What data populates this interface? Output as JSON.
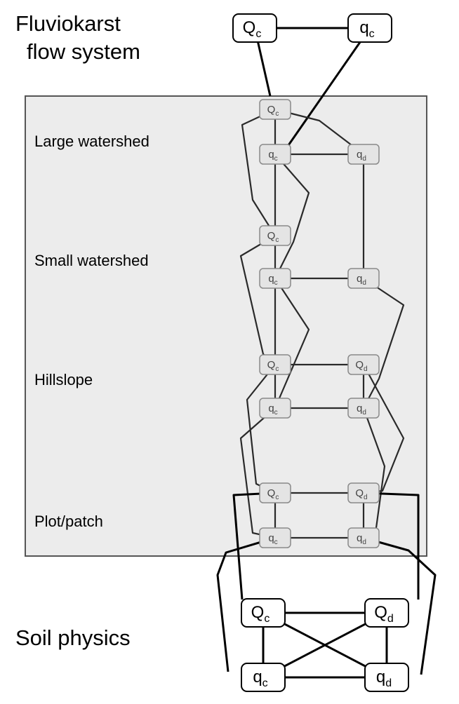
{
  "titles": {
    "top_line1": "Fluviokarst",
    "top_line2": "flow system",
    "bottom": "Soil physics"
  },
  "scales": [
    {
      "id": "large",
      "label": "Large watershed"
    },
    {
      "id": "small",
      "label": "Small watershed"
    },
    {
      "id": "hill",
      "label": "Hillslope"
    },
    {
      "id": "plot",
      "label": "Plot/patch"
    }
  ],
  "nodes": [
    {
      "id": "top_Qc",
      "main": "Q",
      "sub": "c",
      "style": "big"
    },
    {
      "id": "top_qc",
      "main": "q",
      "sub": "c",
      "style": "big"
    },
    {
      "id": "lw_Qc",
      "main": "Q",
      "sub": "c",
      "style": "small"
    },
    {
      "id": "lw_qc",
      "main": "q",
      "sub": "c",
      "style": "small"
    },
    {
      "id": "lw_qd",
      "main": "q",
      "sub": "d",
      "style": "small"
    },
    {
      "id": "sw_Qc",
      "main": "Q",
      "sub": "c",
      "style": "small"
    },
    {
      "id": "sw_qc",
      "main": "q",
      "sub": "c",
      "style": "small"
    },
    {
      "id": "sw_qd",
      "main": "q",
      "sub": "d",
      "style": "small"
    },
    {
      "id": "hs_Qc",
      "main": "Q",
      "sub": "c",
      "style": "small"
    },
    {
      "id": "hs_Qd",
      "main": "Q",
      "sub": "d",
      "style": "small"
    },
    {
      "id": "hs_qc",
      "main": "q",
      "sub": "c",
      "style": "small"
    },
    {
      "id": "hs_qd",
      "main": "q",
      "sub": "d",
      "style": "small"
    },
    {
      "id": "pp_Qc",
      "main": "Q",
      "sub": "c",
      "style": "small"
    },
    {
      "id": "pp_Qd",
      "main": "Q",
      "sub": "d",
      "style": "small"
    },
    {
      "id": "pp_qc",
      "main": "q",
      "sub": "c",
      "style": "small"
    },
    {
      "id": "pp_qd",
      "main": "q",
      "sub": "d",
      "style": "small"
    },
    {
      "id": "sp_Qc",
      "main": "Q",
      "sub": "c",
      "style": "big"
    },
    {
      "id": "sp_Qd",
      "main": "Q",
      "sub": "d",
      "style": "big"
    },
    {
      "id": "sp_qc",
      "main": "q",
      "sub": "c",
      "style": "big"
    },
    {
      "id": "sp_qd",
      "main": "q",
      "sub": "d",
      "style": "big"
    }
  ],
  "colors": {
    "panel_fill": "#ececec",
    "panel_stroke": "#555555",
    "big_node_fill": "#ffffff",
    "big_node_stroke": "#000000",
    "small_node_fill": "#e4e4e4",
    "small_node_stroke": "#8a8a8a",
    "inner_line": "#2a2a2a",
    "outer_line": "#000000"
  }
}
